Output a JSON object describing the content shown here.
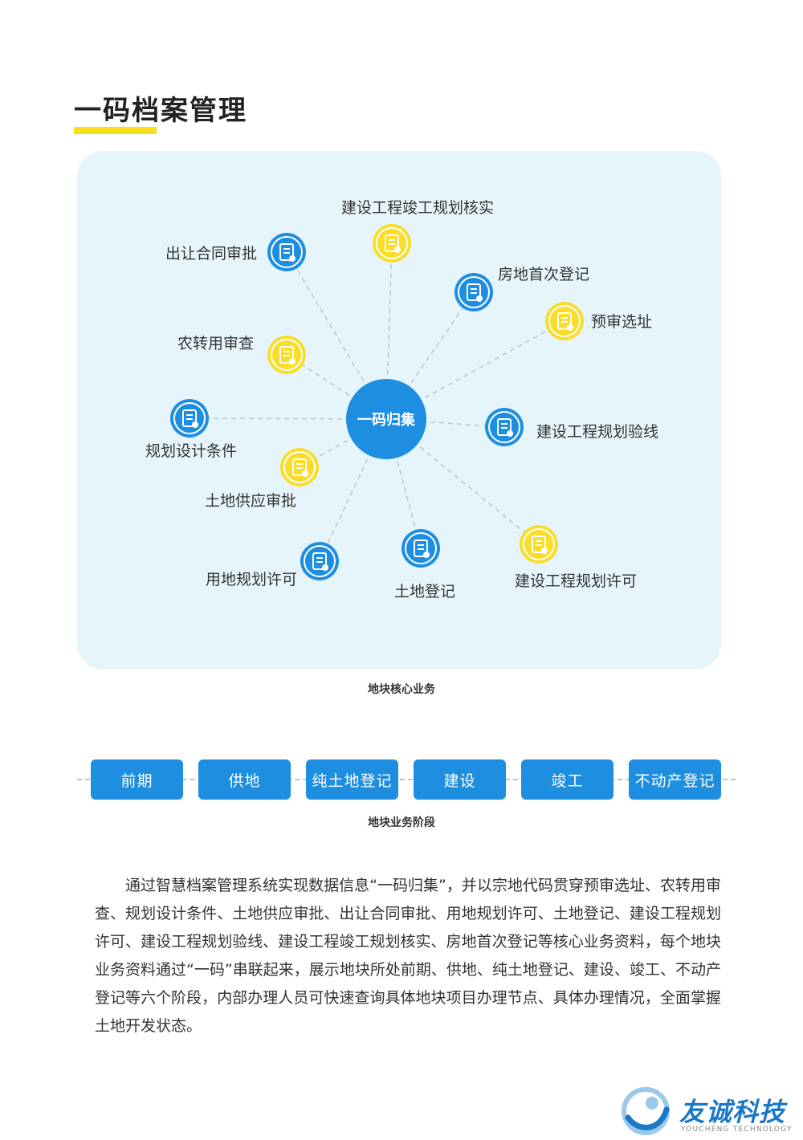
{
  "title": "一码档案管理",
  "colors": {
    "title_accent": "#f7df1c",
    "panel_bg": "#e6f5fc",
    "node_blue": "#1e8ee0",
    "node_yellow": "#f9dd2a",
    "hub": "#1e8ee0"
  },
  "diagram": {
    "hub_label": "一码归集",
    "nodes": [
      {
        "label": "建设工程竣工规划核实",
        "color": "yellow",
        "icon": "building-check-icon"
      },
      {
        "label": "出让合同审批",
        "color": "blue",
        "icon": "document-stamp-icon"
      },
      {
        "label": "房地首次登记",
        "color": "blue",
        "icon": "document-edit-icon"
      },
      {
        "label": "预审选址",
        "color": "yellow",
        "icon": "map-pin-icon"
      },
      {
        "label": "农转用审查",
        "color": "yellow",
        "icon": "document-seal-icon"
      },
      {
        "label": "规划设计条件",
        "color": "blue",
        "icon": "drafting-icon"
      },
      {
        "label": "建设工程规划验线",
        "color": "blue",
        "icon": "map-edit-icon"
      },
      {
        "label": "土地供应审批",
        "color": "yellow",
        "icon": "document-list-icon"
      },
      {
        "label": "用地规划许可",
        "color": "blue",
        "icon": "id-card-icon"
      },
      {
        "label": "土地登记",
        "color": "blue",
        "icon": "building-grid-icon"
      },
      {
        "label": "建设工程规划许可",
        "color": "yellow",
        "icon": "building-gear-icon"
      }
    ],
    "caption": "地块核心业务"
  },
  "stages": {
    "items": [
      "前期",
      "供地",
      "纯土地登记",
      "建设",
      "竣工",
      "不动产登记"
    ],
    "caption": "地块业务阶段"
  },
  "body_text": "通过智慧档案管理系统实现数据信息“一码归集”，并以宗地代码贯穿预审选址、农转用审查、规划设计条件、土地供应审批、出让合同审批、用地规划许可、土地登记、建设工程规划许可、建设工程规划验线、建设工程竣工规划核实、房地首次登记等核心业务资料，每个地块业务资料通过“一码”串联起来，展示地块所处前期、供地、纯土地登记、建设、竣工、不动产登记等六个阶段，内部办理人员可快速查询具体地块项目办理节点、具体办理情况，全面掌握土地开发状态。",
  "logo": {
    "name": "友诚科技",
    "subtitle": "YOUCHENG TECHNOLOGY",
    "icon": "globe-swoosh-icon"
  }
}
